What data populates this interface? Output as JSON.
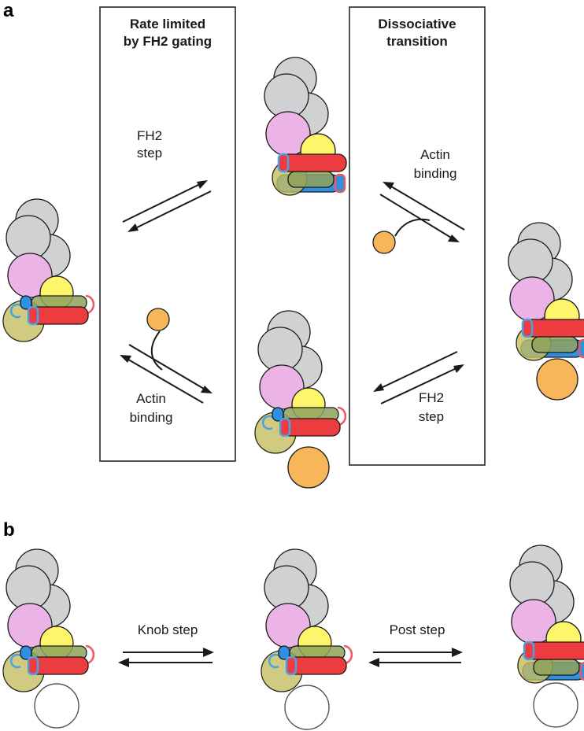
{
  "panels": {
    "a": {
      "letter": "a"
    },
    "b": {
      "letter": "b"
    }
  },
  "boxes": {
    "left": {
      "title_line1": "Rate limited",
      "title_line2": "by FH2 gating"
    },
    "right": {
      "title_line1": "Dissociative",
      "title_line2": "transition"
    }
  },
  "labels": {
    "fh2_step_top_left": {
      "line1": "FH2",
      "line2": "step"
    },
    "actin_binding_bottom_left": {
      "line1": "Actin",
      "line2": "binding"
    },
    "actin_binding_top_right": {
      "line1": "Actin",
      "line2": "binding"
    },
    "fh2_step_bottom_right": {
      "line1": "FH2",
      "line2": "step"
    },
    "knob_step": "Knob step",
    "post_step": "Post step"
  },
  "colors": {
    "actin_gray": "#d0d1d3",
    "actin_pink": "#ebb3e6",
    "actin_yellow": "#fdf66a",
    "actin_olive": "#c6be62",
    "incoming_actin_orange": "#f6b659",
    "fh2_red": "#ec3c3f",
    "fh2_blue": "#2f8fe2"
  }
}
